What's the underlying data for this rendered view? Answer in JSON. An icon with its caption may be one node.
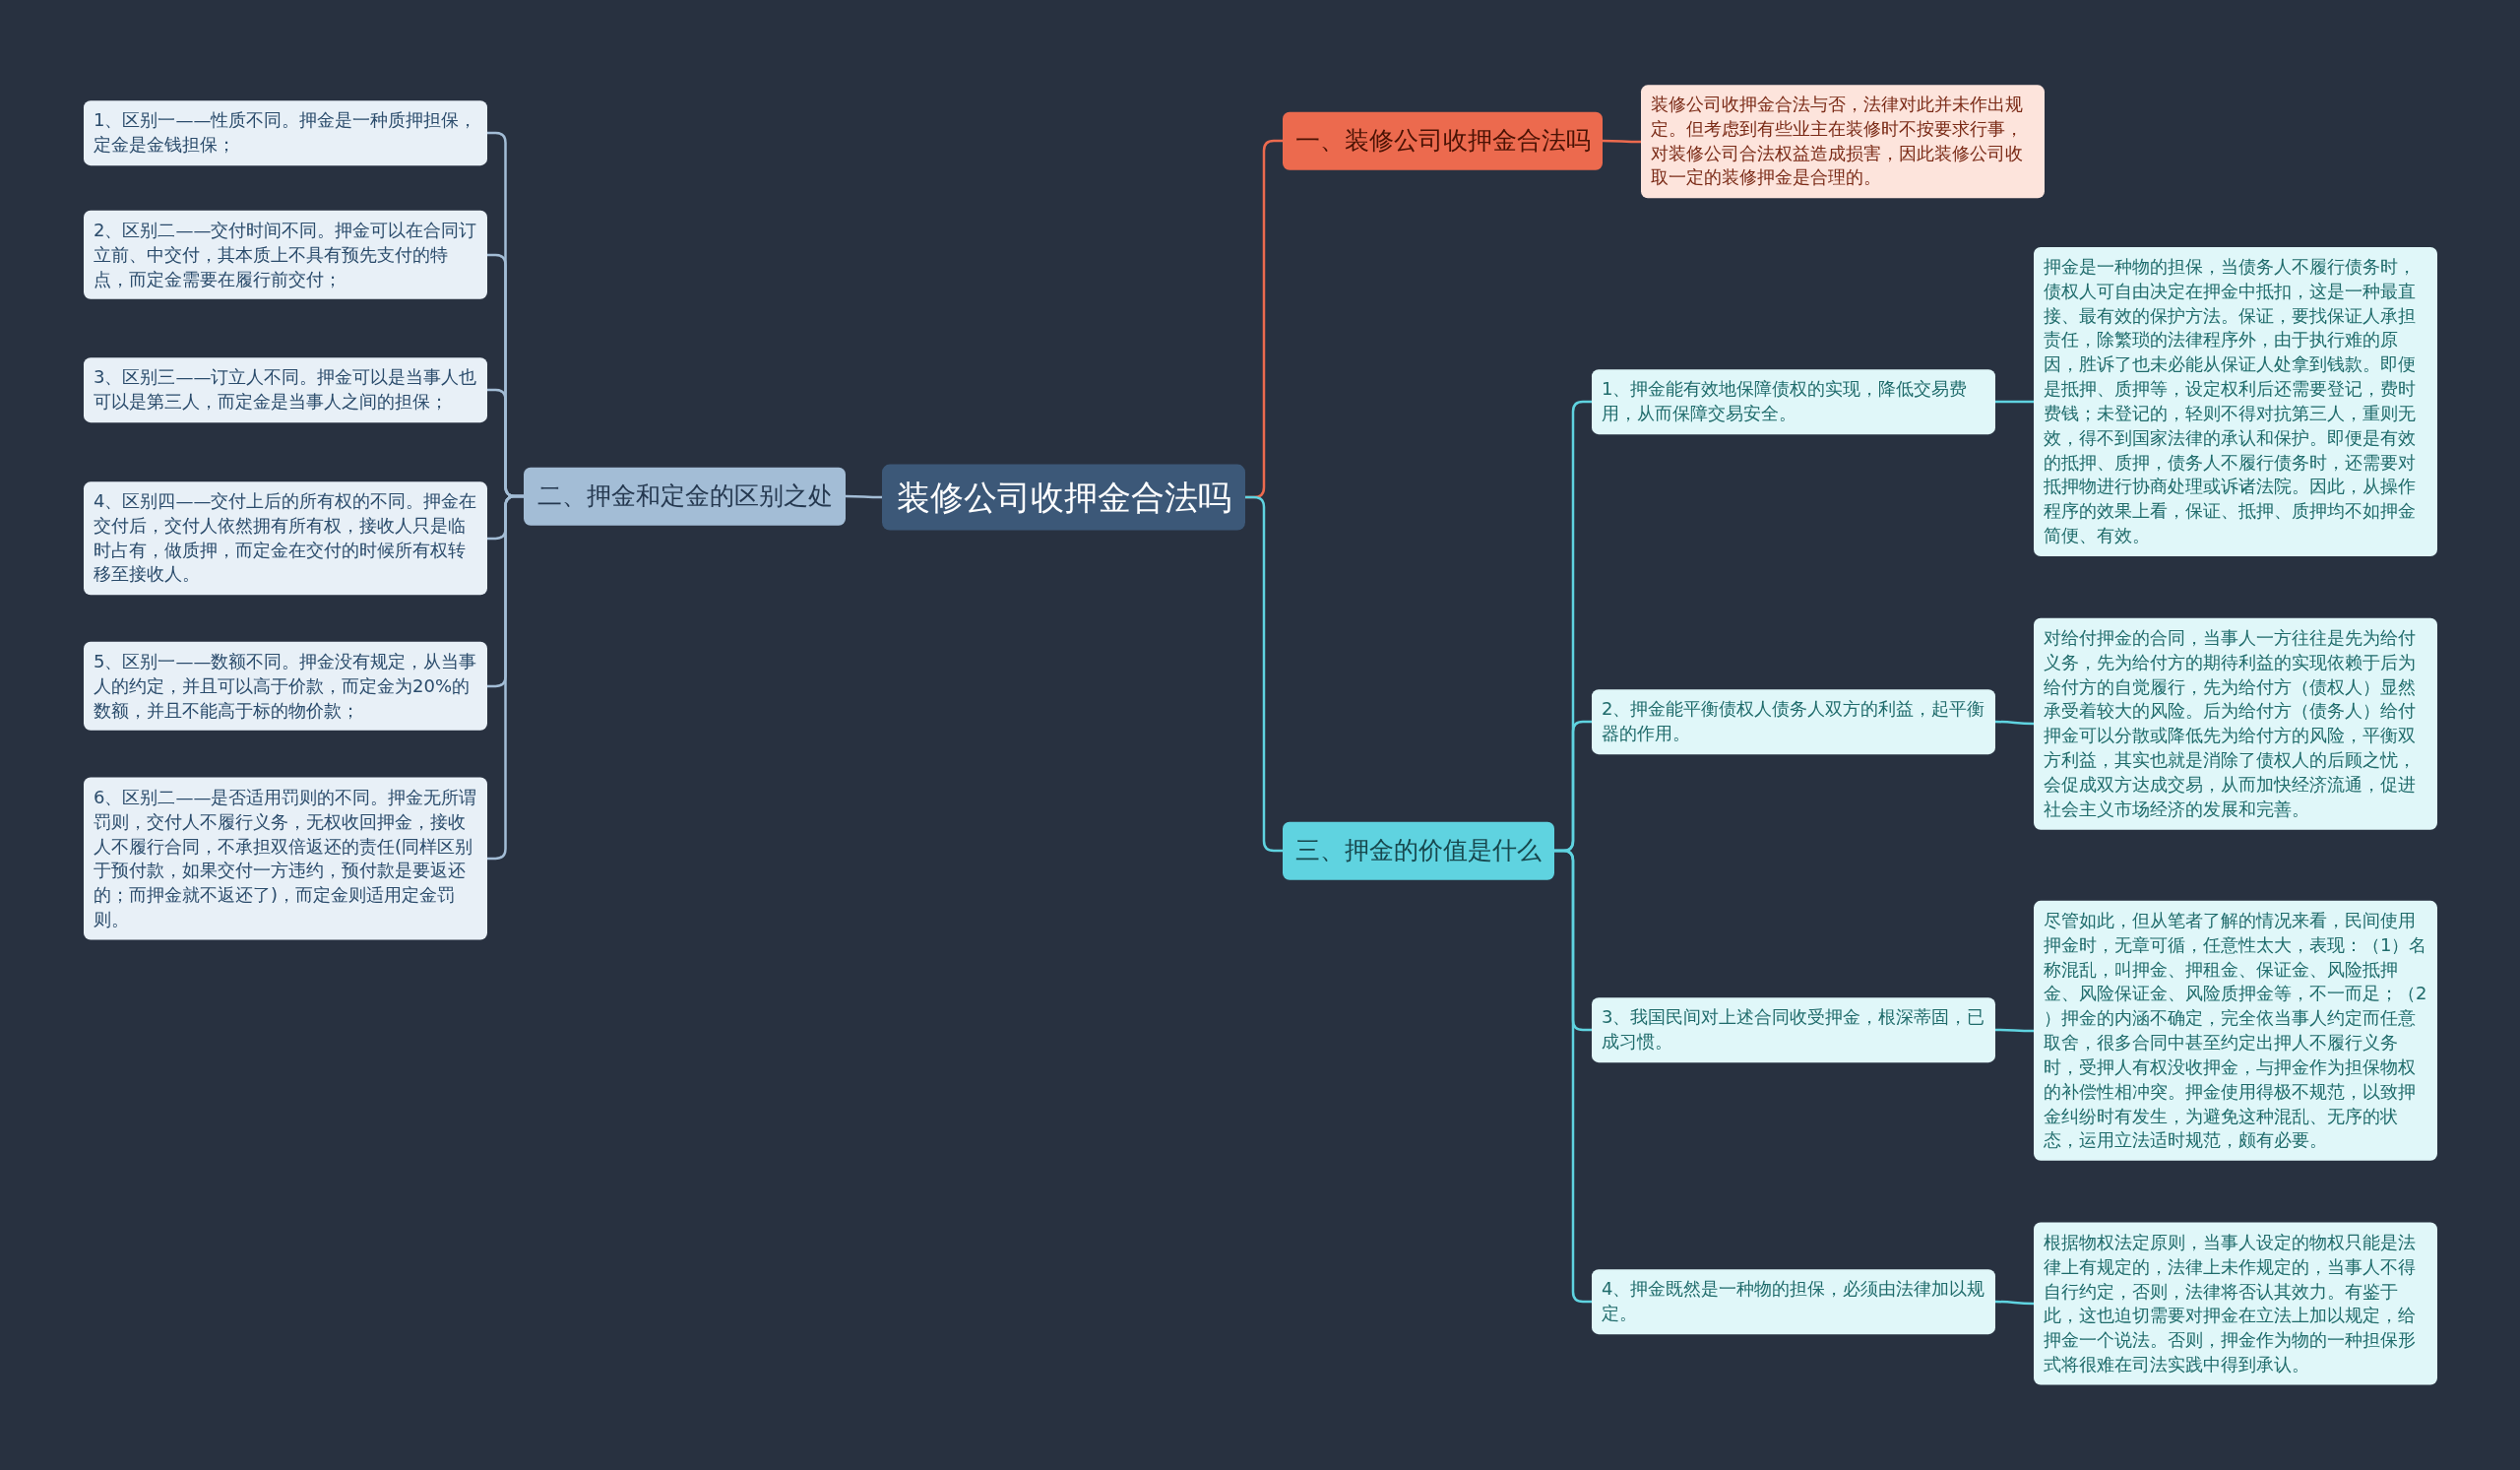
{
  "diagram": {
    "nodes": [
      {
        "text": [
          "装修公司收押金合法吗"
        ]
      },
      {
        "text": [
          "一、装修公司收押金合法吗"
        ]
      },
      {
        "text": [
          "装修公司收押金合法与否，法律对此并未作出规定。但考虑到有些业主在装修时不按要求行事，对装修公司合法权益造成损害，因此装修公司收取一定的装修押金是合理的。"
        ]
      },
      {
        "text": [
          "二、押金和定金的区别之处"
        ]
      },
      {
        "text": [
          "1、区别一——性质不同。押金是一种质押担保，定金是金钱担保；"
        ]
      },
      {
        "text": [
          "2、区别二——交付时间不同。押金可以在合同订立前、中交付，其本质上不具有预先支付的特点，而定金需要在履行前交付；"
        ]
      },
      {
        "text": [
          "3、区别三——订立人不同。押金可以是当事人也可以是第三人，而定金是当事人之间的担保；"
        ]
      },
      {
        "text": [
          "4、区别四——交付上后的所有权的不同。押金在交付后，交付人依然拥有所有权，接收人只是临时占有，做质押，而定金在交付的时候所有权转移至接收人。"
        ]
      },
      {
        "text": [
          "5、区别一——数额不同。押金没有规定，从当事人的约定，并且可以高于价款，而定金为20%的数额，并且不能高于标的物价款；"
        ]
      },
      {
        "text": [
          "6、区别二——是否适用罚则的不同。押金无所谓罚则，交付人不履行义务，无权收回押金，接收人不履行合同，不承担双倍返还的责任(同样区别于预付款，如果交付一方违约，预付款是要返还的；而押金就不返还了)，而定金则适用定金罚则。"
        ]
      },
      {
        "text": [
          "三、押金的价值是什么"
        ]
      },
      {
        "text": [
          "1、押金能有效地保障债权的实现，降低交易费用，从而保障交易安全。"
        ]
      },
      {
        "text": [
          "2、押金能平衡债权人债务人双方的利益，起平衡器的作用。"
        ]
      },
      {
        "text": [
          "3、我国民间对上述合同收受押金，根深蒂固，已成习惯。"
        ]
      },
      {
        "text": [
          "4、押金既然是一种物的担保，必须由法律加以规定。"
        ]
      },
      {
        "text": [
          "押金是一种物的担保，当债务人不履行债务时，债权人可自由决定在押金中抵扣，这是一种最直接、最有效的保护方法。保证，要找保证人承担责任，除繁琐的法律程序外，由于执行难的原因，胜诉了也未必能从保证人处拿到钱款。即便是抵押、质押等，设定权利后还需要登记，费时费钱；未登记的，轻则不得对抗第三人，重则无效，得不到国家法律的承认和保护。即便是有效的抵押、质押，债务人不履行债务时，还需要对抵押物进行协商处理或诉诸法院。因此，从操作程序的效果上看，保证、抵押、质押均不如押金简便、有效。"
        ]
      },
      {
        "text": [
          "对给付押金的合同，当事人一方往往是先为给付义务，先为给付方的期待利益的实现依赖于后为给付方的自觉履行，先为给付方（债权人）显然承受着较大的风险。后为给付方（债务人）给付押金可以分散或降低先为给付方的风险，平衡双方利益，其实也就是消除了债权人的后顾之忧，会促成双方达成交易，从而加快经济流通，促进社会主义市场经济的发展和完善。"
        ]
      },
      {
        "text": [
          "尽管如此，但从笔者了解的情况来看，民间使用押金时，无章可循，任意性太大，表现：（1）名称混乱，叫押金、押租金、保证金、风险抵押金、风险保证金、风险质押金等，不一而足；（2 ）押金的内涵不确定，完全依当事人约定而任意取舍，很多合同中甚至约定出押人不履行义务时，受押人有权没收押金，与押金作为担保物权的补偿性相冲突。押金使用得极不规范，以致押金纠纷时有发生，为避免这种混乱、无序的状态，运用立法适时规范，颇有必要。"
        ]
      },
      {
        "text": [
          "根据物权法定原则，当事人设定的物权只能是法律上有规定的，法律上未作规定的，当事人不得自行约定，否则，法律将否认其效力。有鉴于此，这也迫切需要对押金在立法上加以规定，给押金一个说法。否则，押金作为物的一种担保形式将很难在司法实践中得到承认。"
        ]
      }
    ],
    "edges": [
      {
        "from": 0,
        "to": 1,
        "arrow": "none",
        "color": "#ec6a4e"
      },
      {
        "from": 1,
        "to": 2,
        "arrow": "none",
        "color": "#ec6a4e"
      },
      {
        "from": 0,
        "to": 3,
        "arrow": "none",
        "color": "#a3bdd6"
      },
      {
        "from": 3,
        "to": 4,
        "arrow": "none",
        "color": "#a3bdd6"
      },
      {
        "from": 3,
        "to": 5,
        "arrow": "none",
        "color": "#a3bdd6"
      },
      {
        "from": 3,
        "to": 6,
        "arrow": "none",
        "color": "#a3bdd6"
      },
      {
        "from": 3,
        "to": 7,
        "arrow": "none",
        "color": "#a3bdd6"
      },
      {
        "from": 3,
        "to": 8,
        "arrow": "none",
        "color": "#a3bdd6"
      },
      {
        "from": 3,
        "to": 9,
        "arrow": "none",
        "color": "#a3bdd6"
      },
      {
        "from": 0,
        "to": 10,
        "arrow": "none"
      },
      {
        "from": 10,
        "to": 11,
        "arrow": "none"
      },
      {
        "from": 10,
        "to": 12,
        "arrow": "none"
      },
      {
        "from": 10,
        "to": 13,
        "arrow": "none"
      },
      {
        "from": 10,
        "to": 14,
        "arrow": "none"
      },
      {
        "from": 11,
        "to": 15,
        "arrow": "none"
      },
      {
        "from": 12,
        "to": 16,
        "arrow": "none"
      },
      {
        "from": 13,
        "to": 17,
        "arrow": "none"
      },
      {
        "from": 14,
        "to": 18,
        "arrow": "none"
      }
    ]
  }
}
